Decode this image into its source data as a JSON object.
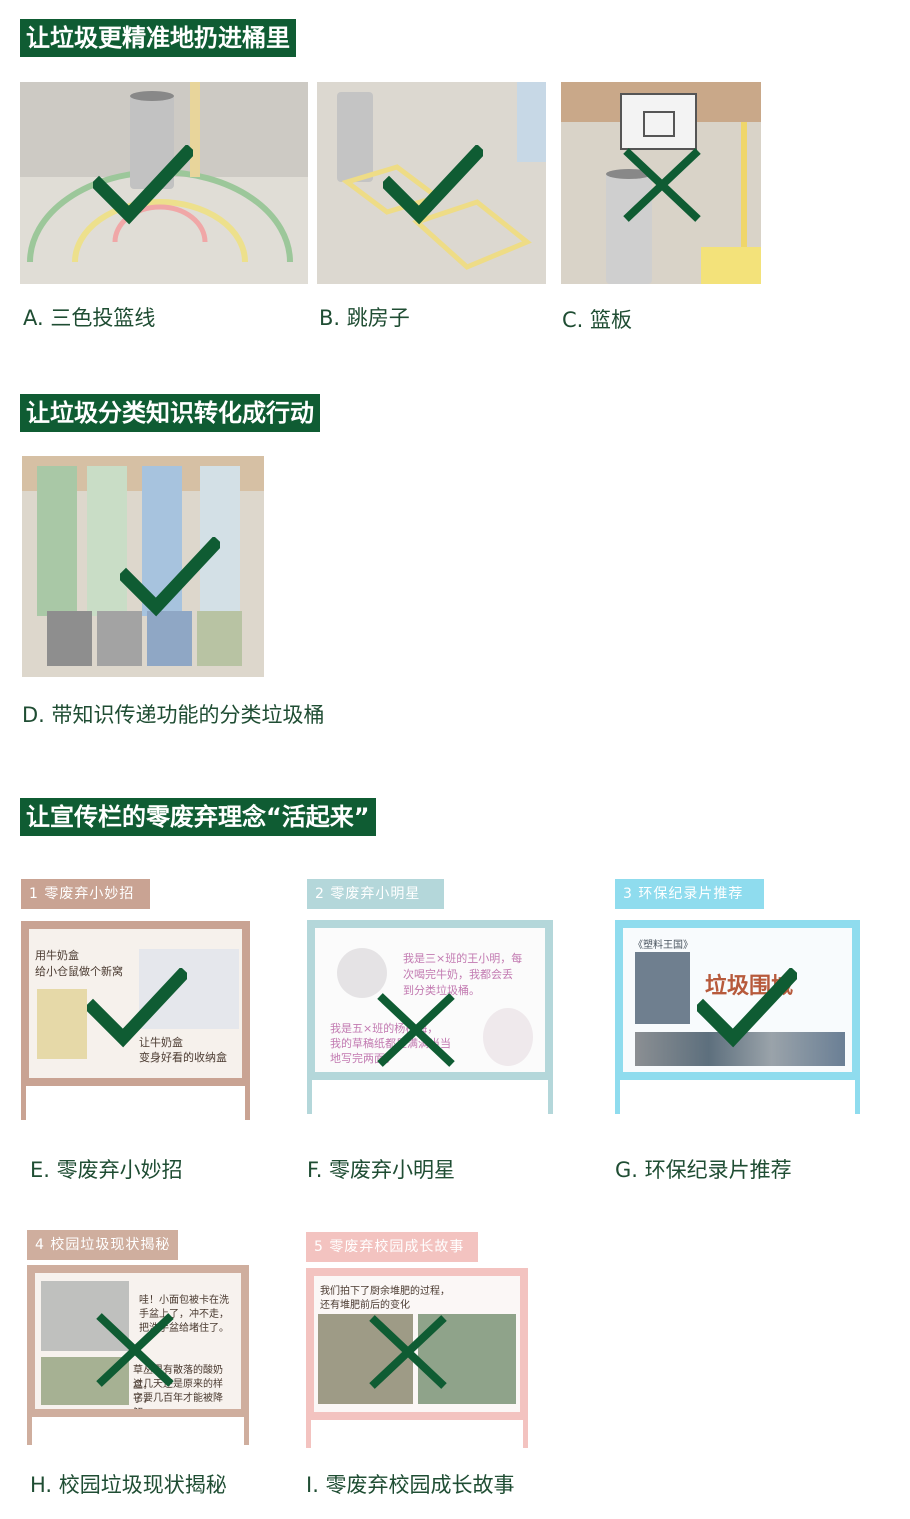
{
  "sections": [
    {
      "heading": "让垃圾更精准地扔进桶里"
    },
    {
      "heading": "让垃圾分类知识转化成行动"
    },
    {
      "heading": "让宣传栏的零废弃理念“活起来”"
    }
  ],
  "options": {
    "A": {
      "caption": "A. 三色投篮线",
      "mark": "check"
    },
    "B": {
      "caption": "B. 跳房子",
      "mark": "check"
    },
    "C": {
      "caption": "C. 篮板",
      "mark": "cross"
    },
    "D": {
      "caption": "D. 带知识传递功能的分类垃圾桶",
      "mark": "check"
    },
    "E": {
      "caption": "E. 零废弃小妙招",
      "mark": "check",
      "tag": "1  零废弃小妙招",
      "board_text": [
        "用牛奶盒",
        "给小仓鼠做个新窝",
        "让牛奶盒",
        "变身好看的收纳盒"
      ]
    },
    "F": {
      "caption": "F. 零废弃小明星",
      "mark": "cross",
      "tag": "2  零废弃小明星",
      "board_text": [
        "我是三×班的王小明，每",
        "次喝完牛奶，我都会丢",
        "到分类垃圾桶。",
        "我是五×班的杨梅梅，",
        "我的草稿纸都是满满当当",
        "地写完两面。"
      ]
    },
    "G": {
      "caption": "G. 环保纪录片推荐",
      "mark": "check",
      "tag": "3  环保纪录片推荐",
      "board_text": [
        "《塑料王国》",
        "垃圾围城"
      ]
    },
    "H": {
      "caption": "H. 校园垃圾现状揭秘",
      "mark": "cross",
      "tag": "4  校园垃圾现状揭秘",
      "board_text": [
        "哇！小面包被卡在洗",
        "手盆上了，冲不走，",
        "把洗手盆给堵住了。",
        "草丛里有散落的酸奶盒，",
        "过几天还是原来的样子，",
        "它要几百年才能被降解。"
      ]
    },
    "I": {
      "caption": "I. 零废弃校园成长故事",
      "mark": "cross",
      "tag": "5  零废弃校园成长故事",
      "board_text": [
        "我们拍下了厨余堆肥的过程，",
        "还有堆肥前后的变化"
      ]
    }
  },
  "colors": {
    "heading_bg": "#0f5c33",
    "mark": "#0f5c33",
    "board_brown": "#c9a393",
    "board_teal": "#b4d7da",
    "board_cyan": "#8fdcee",
    "board_tan": "#cfae9e",
    "board_pink": "#f3c3c0"
  }
}
